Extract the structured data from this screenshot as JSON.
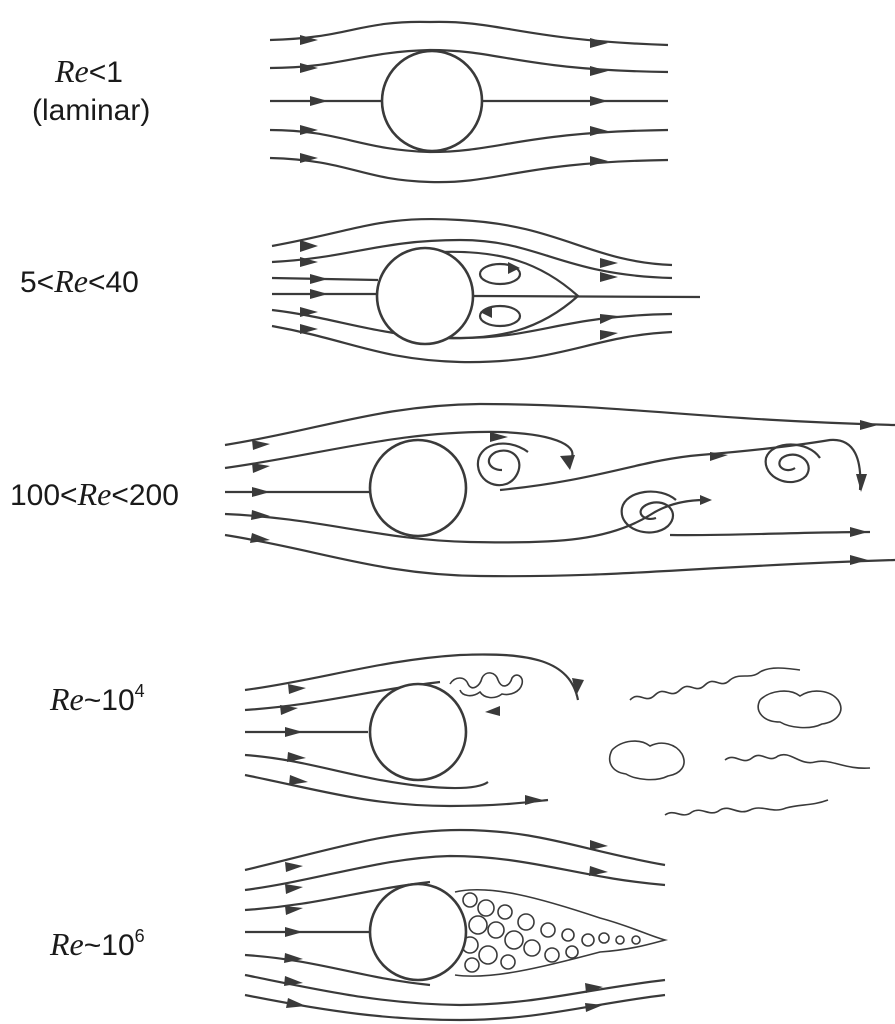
{
  "regimes": [
    {
      "re_symbol": "Re",
      "prefix": "",
      "relation": "<1",
      "note": "(laminar)"
    },
    {
      "prefix": "5<",
      "re_symbol": "Re",
      "relation": "<40"
    },
    {
      "prefix": "100<",
      "re_symbol": "Re",
      "relation": "<200"
    },
    {
      "re_symbol": "Re",
      "relation": "~10",
      "exponent": "4"
    },
    {
      "re_symbol": "Re",
      "relation": "~10",
      "exponent": "6"
    }
  ]
}
